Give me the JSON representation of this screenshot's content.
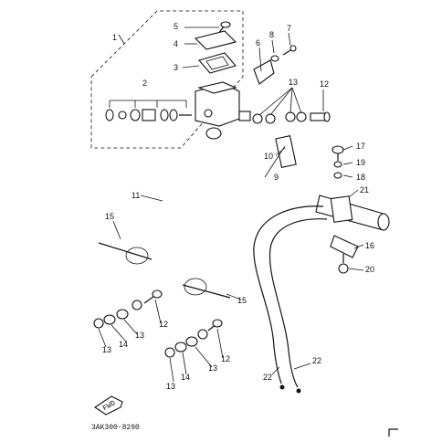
{
  "callouts": [
    "1",
    "2",
    "3",
    "4",
    "5",
    "6",
    "7",
    "8",
    "9",
    "10",
    "11",
    "12",
    "13",
    "14",
    "15",
    "16",
    "17",
    "18",
    "19",
    "20",
    "21",
    "22"
  ],
  "repeat_callouts": {
    "c13": "13",
    "c12": "12",
    "c14": "14",
    "c15": "15",
    "c22": "22"
  },
  "diagram_code": "3AK300-8290",
  "fwd_label": "FWD",
  "icons": {
    "forward_arrow": "fwd-arrow-icon"
  }
}
